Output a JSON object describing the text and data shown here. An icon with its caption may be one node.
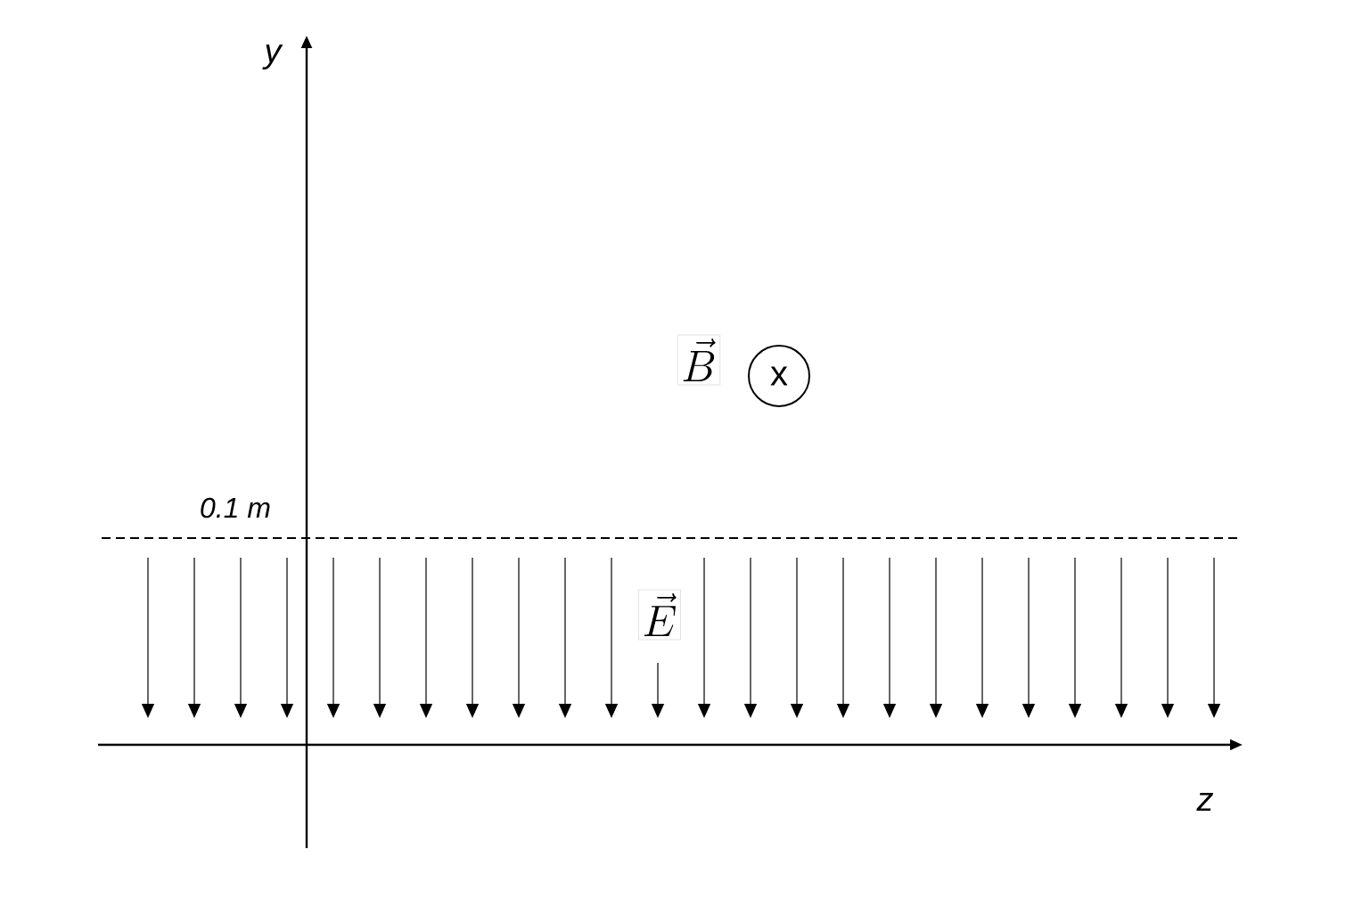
{
  "diagram": {
    "nodes": [
      {
        "text": [
          "x"
        ]
      }
    ],
    "labels": [
      "y",
      "0.1 m",
      "\\vec{B}",
      "\\vec{E}",
      "z"
    ]
  }
}
